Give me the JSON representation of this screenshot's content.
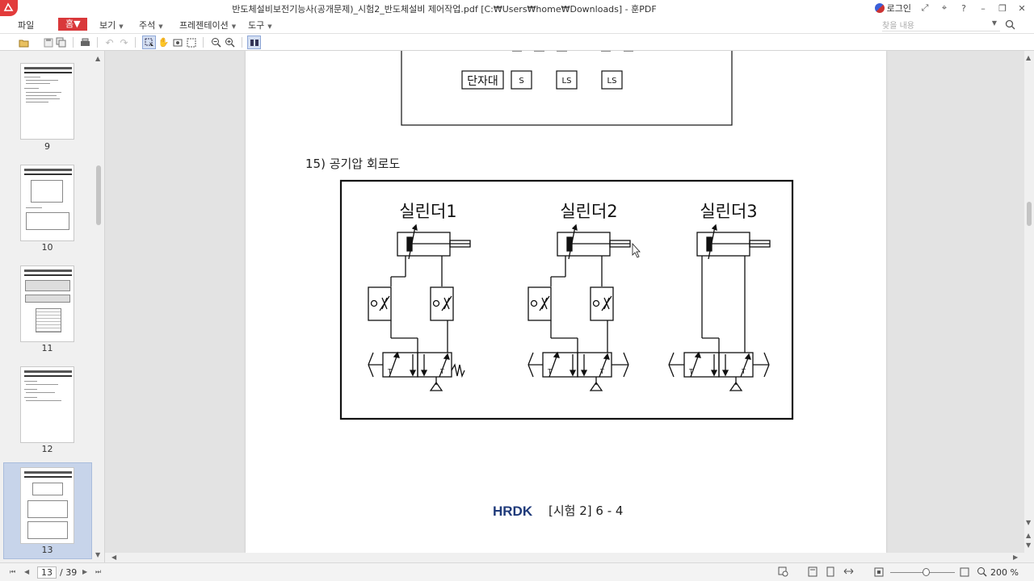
{
  "window": {
    "title": "반도체설비보전기능사(공개문제)_시험2_반도체설비 제어작업.pdf [C:₩Users₩home₩Downloads] - 훈PDF",
    "login_label": "로그인"
  },
  "menu": {
    "file": "파일",
    "home": "홈",
    "view": "보기",
    "annotation": "주석",
    "presentation": "프레젠테이션",
    "tools": "도구",
    "search_placeholder": "찾을 내용"
  },
  "thumbnails": [
    {
      "label": "9"
    },
    {
      "label": "10"
    },
    {
      "label": "11"
    },
    {
      "label": "12"
    },
    {
      "label": "13"
    }
  ],
  "document": {
    "top_box": {
      "label_main": "단자대",
      "terminals": [
        "S",
        "LS",
        "LS"
      ]
    },
    "section_title": "15)  공기압  회로도",
    "cylinders": [
      "실린더1",
      "실린더2",
      "실린더3"
    ],
    "valve_port_label": "T",
    "footer_logo": "HRDK",
    "footer_text": "[시험 2]  6 - 4"
  },
  "status": {
    "current_page": "13",
    "total_pages": "/ 39",
    "zoom": "200 %"
  },
  "colors": {
    "brand_red": "#d9383a",
    "logo_blue": "#1f3a7a"
  }
}
